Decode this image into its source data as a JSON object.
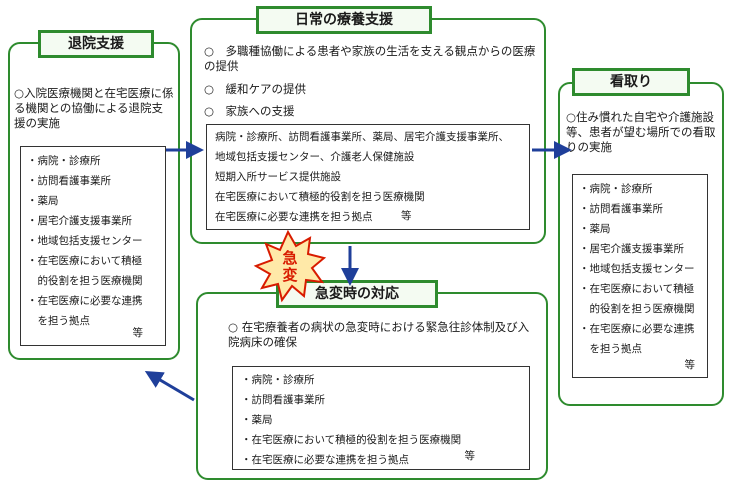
{
  "taiin": {
    "title": "退院支援",
    "bullet": "○入院医療機関と在宅医療に係る機関との協働による退院支援の実施",
    "items": [
      "・病院・診療所",
      "・訪問看護事業所",
      "・薬局",
      "・居宅介護支援事業所",
      "・地域包括支援センター",
      "・在宅医療において積極",
      "　的役割を担う医療機関",
      "・在宅医療に必要な連携",
      "　を担う拠点"
    ],
    "etc": "等"
  },
  "nichijo": {
    "title": "日常の療養支援",
    "bullets": [
      "○　多職種協働による患者や家族の生活を支える観点からの医療の提供",
      "○　緩和ケアの提供",
      "○　家族への支援"
    ],
    "items": [
      "病院・診療所、訪問看護事業所、薬局、居宅介護支援事業所、",
      "地域包括支援センター、介護老人保健施設",
      "短期入所サービス提供施設",
      "在宅医療において積極的役割を担う医療機関",
      "在宅医療に必要な連携を担う拠点"
    ],
    "etc": "等"
  },
  "mitori": {
    "title": "看取り",
    "bullet": "○住み慣れた自宅や介護施設等、患者が望む場所での看取りの実施",
    "items": [
      "・病院・診療所",
      "・訪問看護事業所",
      "・薬局",
      "・居宅介護支援事業所",
      "・地域包括支援センター",
      "・在宅医療において積極",
      "　的役割を担う医療機関",
      "・在宅医療に必要な連携",
      "　を担う拠点"
    ],
    "etc": "等"
  },
  "kyuhen": {
    "title": "急変時の対応",
    "bullet": "○ 在宅療養者の病状の急変時における緊急往診体制及び入院病床の確保",
    "items": [
      "・病院・診療所",
      "・訪問看護事業所",
      "・薬局",
      "・在宅医療において積極的役割を担う医療機関",
      "・在宅医療に必要な連携を担う拠点"
    ],
    "etc": "等",
    "burst": "急変"
  },
  "colors": {
    "border": "#2e8b2e",
    "arrow": "#1f3f9a",
    "burst_fill": "#ffe9a8",
    "burst_stroke": "#d81b00"
  }
}
